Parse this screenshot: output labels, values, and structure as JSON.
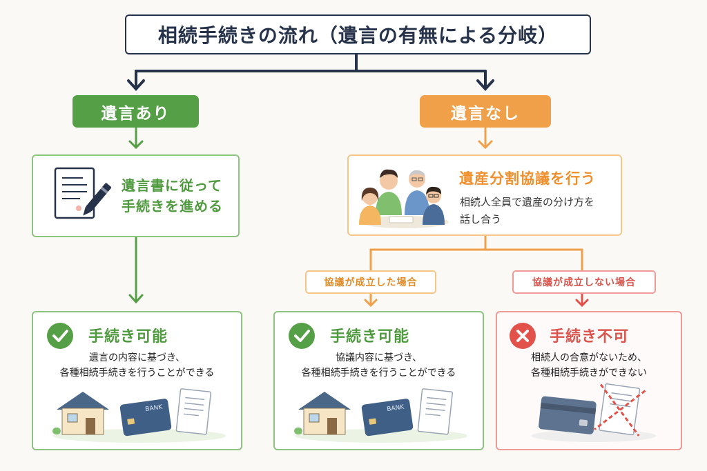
{
  "title": "相続手続きの流れ（遺言の有無による分岐）",
  "branches": {
    "with_will": {
      "label": "遺言あり",
      "step_lines": [
        "遺言書に従って",
        "手続きを進める"
      ],
      "result": {
        "title": "手続き可能",
        "desc_lines": [
          "遺言の内容に基づき、",
          "各種相続手続きを行うことができる"
        ]
      }
    },
    "without_will": {
      "label": "遺言なし",
      "step_title": "遺産分割協議を行う",
      "step_desc_lines": [
        "相続人全員で遺産の分け方を",
        "話し合う"
      ],
      "agreed": {
        "condition": "協議が成立した場合",
        "result": {
          "title": "手続き可能",
          "desc_lines": [
            "協議内容に基づき、",
            "各種相続手続きを行うことができる"
          ]
        }
      },
      "not_agreed": {
        "condition": "協議が成立しない場合",
        "result": {
          "title": "手続き不可",
          "desc_lines": [
            "相続人の合意がないため、",
            "各種相続手続きができない"
          ]
        }
      }
    }
  },
  "card_text": "BANK",
  "colors": {
    "navy": "#26324a",
    "green": "#55a046",
    "orange": "#f0a048",
    "red": "#e2524a"
  },
  "icons": [
    "document-pen-icon",
    "family-meeting-icon",
    "check-icon",
    "cross-icon",
    "house-icon",
    "bank-card-icon",
    "document-icon",
    "crossed-document-icon"
  ]
}
